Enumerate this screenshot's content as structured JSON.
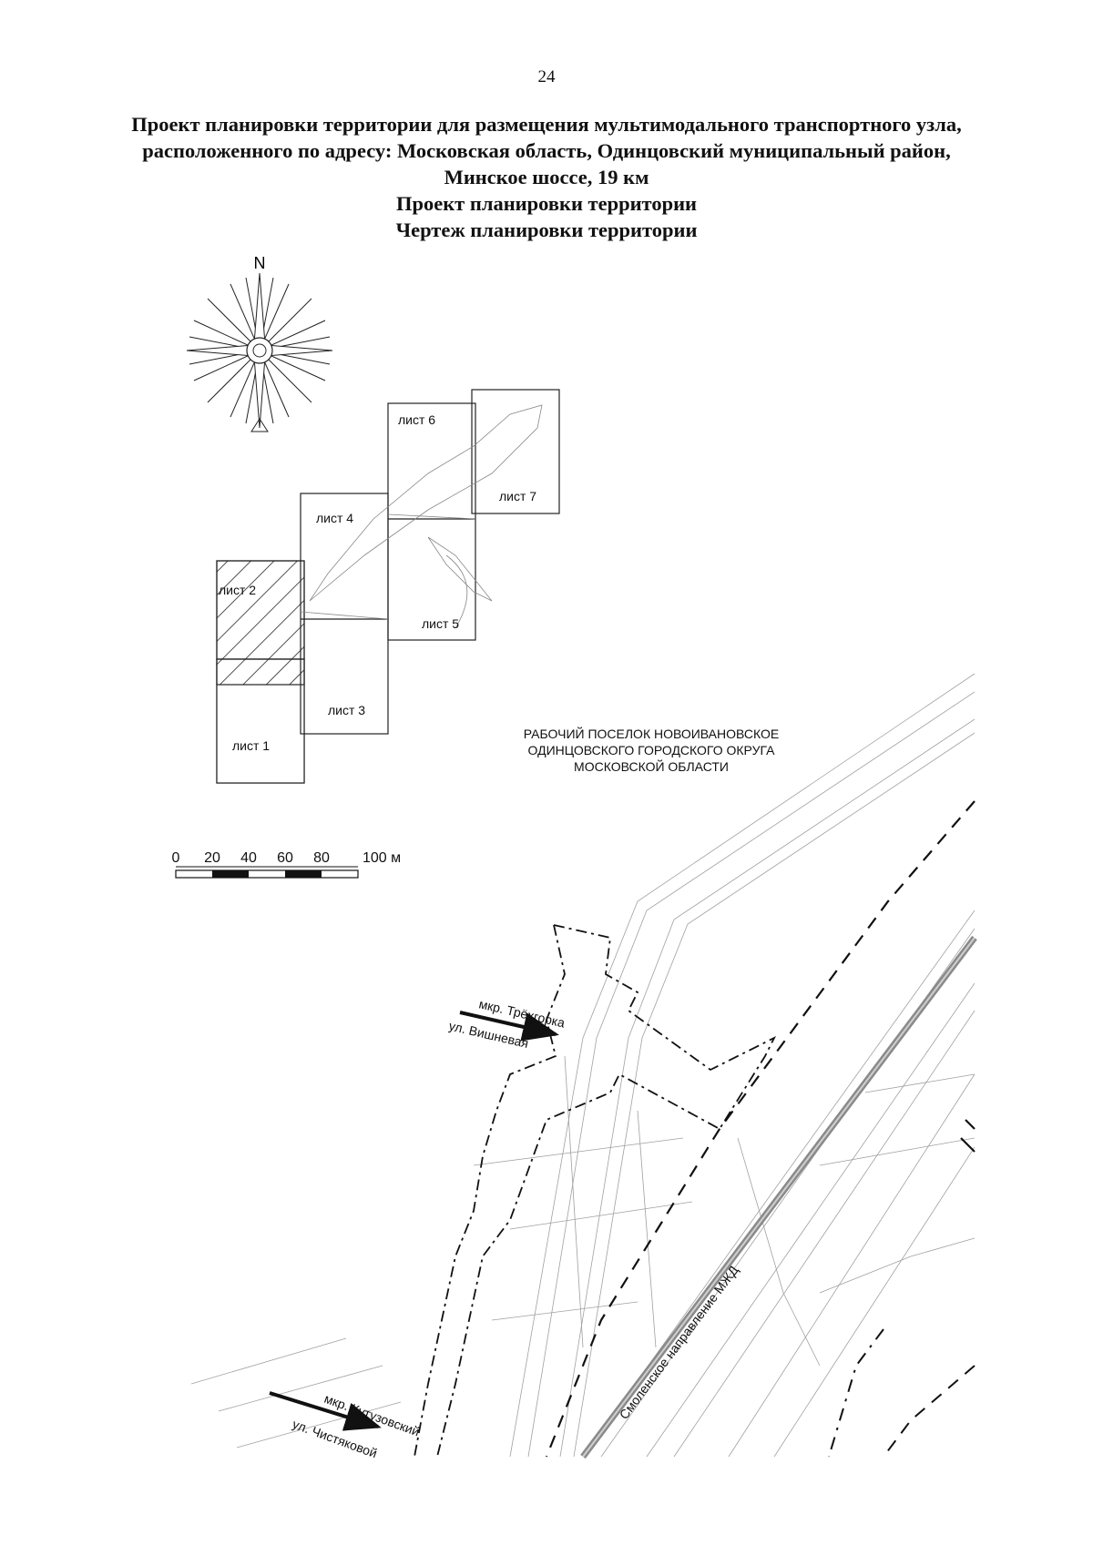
{
  "page_number": "24",
  "title": {
    "line1": "Проект планировки территории для размещения мультимодального транспортного узла,",
    "line2": "расположенного по адресу: Московская область, Одинцовский муниципальный район,",
    "line3": "Минское шоссе, 19 км",
    "line4": "Проект планировки территории",
    "line5": "Чертеж планировки территории"
  },
  "compass": {
    "north": "N",
    "icon": "compass-rose-icon"
  },
  "key_plan": {
    "sheets": [
      {
        "id": "1",
        "label": "лист 1",
        "highlighted": false
      },
      {
        "id": "2",
        "label": "лист 2",
        "highlighted": true
      },
      {
        "id": "3",
        "label": "лист 3",
        "highlighted": false
      },
      {
        "id": "4",
        "label": "лист 4",
        "highlighted": false
      },
      {
        "id": "5",
        "label": "лист 5",
        "highlighted": false
      },
      {
        "id": "6",
        "label": "лист 6",
        "highlighted": false
      },
      {
        "id": "7",
        "label": "лист 7",
        "highlighted": false
      }
    ]
  },
  "scale_bar": {
    "ticks": [
      "0",
      "20",
      "40",
      "60",
      "80",
      "100 м"
    ]
  },
  "map": {
    "settlement": {
      "line1": "РАБОЧИЙ ПОСЕЛОК НОВОИВАНОВСКОЕ",
      "line2": "ОДИНЦОВСКОГО ГОРОДСКОГО ОКРУГА",
      "line3": "МОСКОВСКОЙ ОБЛАСТИ"
    },
    "arrow1": {
      "line1": "мкр. Трёхгорка",
      "line2": "ул. Вишневая"
    },
    "arrow2": {
      "line1": "мкр. Кутузовский",
      "line2": "ул. Чистяковой"
    },
    "railway": "Смоленское направление МЖД"
  },
  "colors": {
    "line": "#222222",
    "light": "#9a9a9a",
    "rail": "#8a8a8a"
  }
}
